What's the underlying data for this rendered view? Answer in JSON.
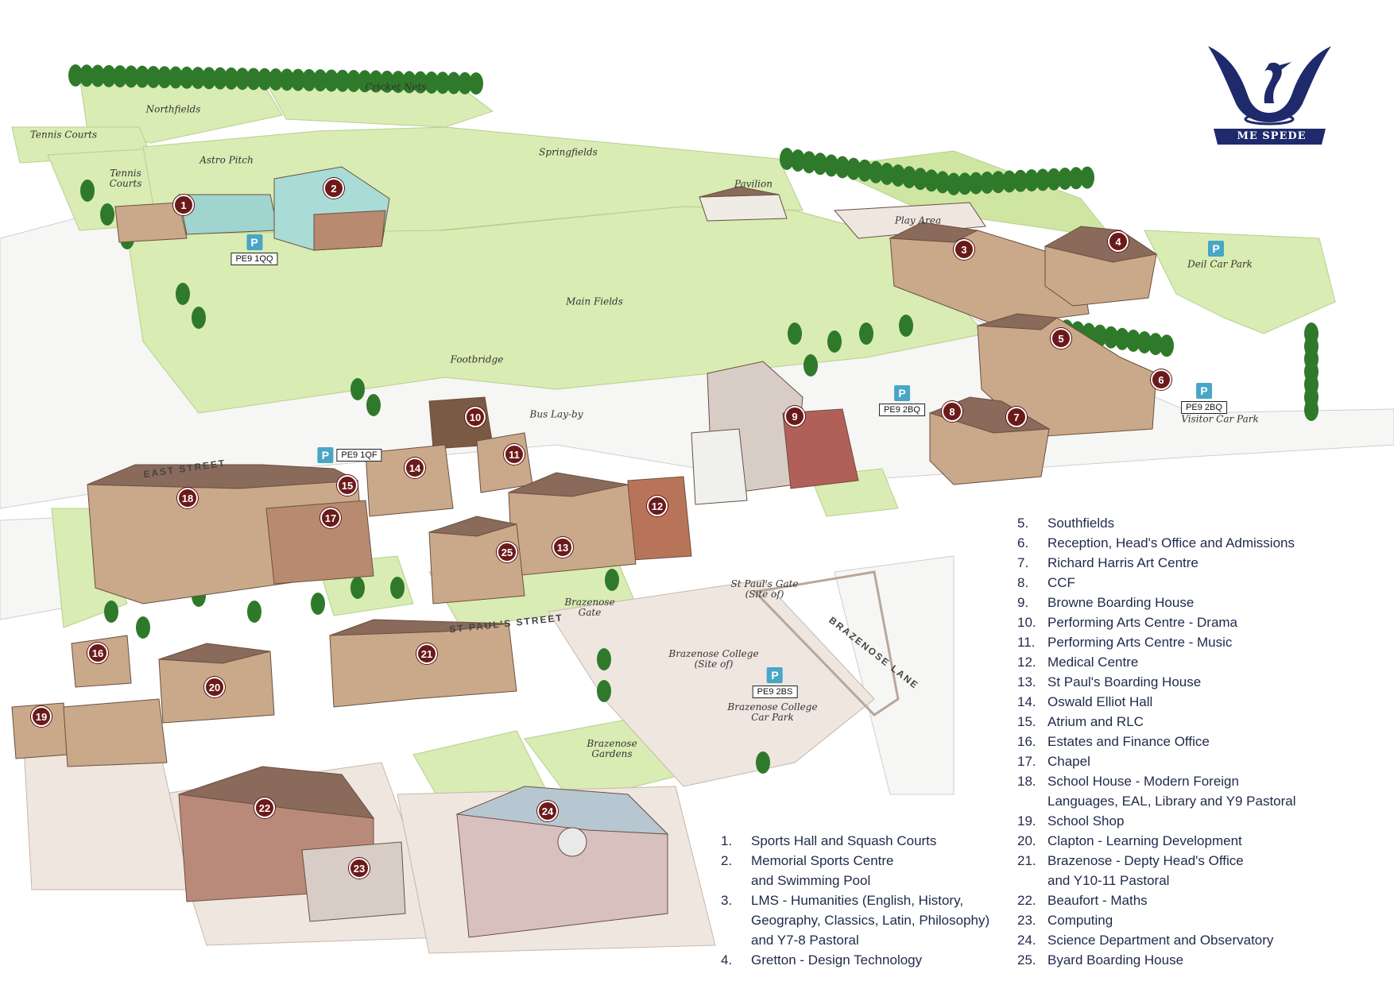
{
  "crest": {
    "motto": "ME SPEDE"
  },
  "field_labels": [
    {
      "id": "northfields",
      "text": "Northfields"
    },
    {
      "id": "cricket-nets",
      "text": "Cricket Nets"
    },
    {
      "id": "tennis-courts-top",
      "text": "Tennis Courts"
    },
    {
      "id": "tennis-courts-left",
      "text": "Tennis\nCourts"
    },
    {
      "id": "astro-pitch",
      "text": "Astro Pitch"
    },
    {
      "id": "springfields",
      "text": "Springfields"
    },
    {
      "id": "pavilion",
      "text": "Pavilion"
    },
    {
      "id": "play-area",
      "text": "Play Area"
    },
    {
      "id": "deil-car-park",
      "text": "Deil Car Park"
    },
    {
      "id": "main-fields",
      "text": "Main Fields"
    },
    {
      "id": "footbridge",
      "text": "Footbridge"
    },
    {
      "id": "bus-lay-by",
      "text": "Bus Lay-by"
    },
    {
      "id": "visitor-car-park",
      "text": "Visitor Car Park"
    },
    {
      "id": "st-pauls-gate",
      "text": "St Paul's Gate\n(Site of)"
    },
    {
      "id": "brazenose-gate",
      "text": "Brazenose\nGate"
    },
    {
      "id": "brazenose-college",
      "text": "Brazenose College\n(Site of)"
    },
    {
      "id": "brazenose-college-car-park",
      "text": "Brazenose College\nCar Park"
    },
    {
      "id": "brazenose-gardens",
      "text": "Brazenose\nGardens"
    }
  ],
  "streets": [
    {
      "id": "east-street",
      "text": "EAST STREET"
    },
    {
      "id": "st-pauls-street",
      "text": "ST PAUL'S STREET"
    },
    {
      "id": "brazenose-lane",
      "text": "BRAZENOSE LANE"
    }
  ],
  "parking": [
    {
      "id": "pe9-1qq",
      "code": "PE9 1QQ"
    },
    {
      "id": "pe9-2bq-centre",
      "code": "PE9 2BQ"
    },
    {
      "id": "pe9-2bq-visitor",
      "code": "PE9 2BQ"
    },
    {
      "id": "pe9-1qf",
      "code": "PE9 1QF"
    },
    {
      "id": "pe9-2bs",
      "code": "PE9 2BS"
    },
    {
      "id": "deil",
      "code": ""
    }
  ],
  "park_symbol": "P",
  "markers": [
    "1",
    "2",
    "3",
    "4",
    "5",
    "6",
    "7",
    "8",
    "9",
    "10",
    "11",
    "12",
    "13",
    "14",
    "15",
    "16",
    "17",
    "18",
    "19",
    "20",
    "21",
    "22",
    "23",
    "24",
    "25"
  ],
  "legend_left": [
    {
      "num": "1.",
      "lines": [
        "Sports Hall and Squash Courts"
      ]
    },
    {
      "num": "2.",
      "lines": [
        "Memorial Sports Centre",
        "and Swimming Pool"
      ]
    },
    {
      "num": "3.",
      "lines": [
        "LMS - Humanities (English, History,",
        "Geography, Classics, Latin, Philosophy)",
        "and Y7-8 Pastoral"
      ]
    },
    {
      "num": "4.",
      "lines": [
        "Gretton - Design Technology"
      ]
    }
  ],
  "legend_right": [
    {
      "num": "5.",
      "lines": [
        "Southfields"
      ]
    },
    {
      "num": "6.",
      "lines": [
        "Reception, Head's Office and Admissions"
      ]
    },
    {
      "num": "7.",
      "lines": [
        "Richard Harris Art Centre"
      ]
    },
    {
      "num": "8.",
      "lines": [
        "CCF"
      ]
    },
    {
      "num": "9.",
      "lines": [
        "Browne Boarding House"
      ]
    },
    {
      "num": "10.",
      "lines": [
        "Performing Arts Centre - Drama"
      ]
    },
    {
      "num": "11.",
      "lines": [
        "Performing Arts Centre - Music"
      ]
    },
    {
      "num": "12.",
      "lines": [
        "Medical Centre"
      ]
    },
    {
      "num": "13.",
      "lines": [
        "St Paul's Boarding House"
      ]
    },
    {
      "num": "14.",
      "lines": [
        "Oswald Elliot Hall"
      ]
    },
    {
      "num": "15.",
      "lines": [
        "Atrium and RLC"
      ]
    },
    {
      "num": "16.",
      "lines": [
        "Estates and Finance Office"
      ]
    },
    {
      "num": "17.",
      "lines": [
        "Chapel"
      ]
    },
    {
      "num": "18.",
      "lines": [
        "School House - Modern Foreign",
        "Languages, EAL, Library and Y9 Pastoral"
      ]
    },
    {
      "num": "19.",
      "lines": [
        "School Shop"
      ]
    },
    {
      "num": "20.",
      "lines": [
        "Clapton - Learning Development"
      ]
    },
    {
      "num": "21.",
      "lines": [
        "Brazenose - Depty Head's Office",
        "and Y10-11 Pastoral"
      ]
    },
    {
      "num": "22.",
      "lines": [
        "Beaufort - Maths"
      ]
    },
    {
      "num": "23.",
      "lines": [
        "Computing"
      ]
    },
    {
      "num": "24.",
      "lines": [
        "Science Department and Observatory"
      ]
    },
    {
      "num": "25.",
      "lines": [
        "Byard Boarding House"
      ]
    }
  ],
  "colors": {
    "grass": "#d9ecb3",
    "grass_dark": "#c6e09a",
    "road": "#ffffff",
    "paving": "#efe6e0",
    "tree": "#2f7a2a",
    "brick": "#b98a68",
    "stone": "#c9a98a",
    "roof": "#8a6a5a",
    "marker": "#6b1a1a",
    "parking": "#48a6c7",
    "legend_text": "#1f2a4a",
    "crest": "#1e2a6b"
  }
}
